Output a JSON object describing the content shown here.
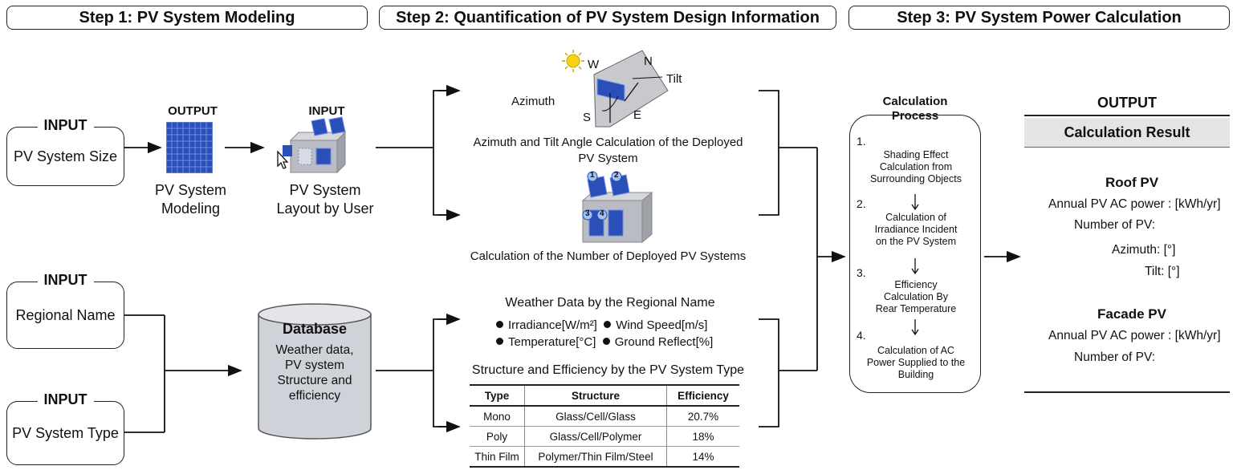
{
  "steps": [
    "Step 1: PV System Modeling",
    "Step 2: Quantification of PV System Design Information",
    "Step 3: PV System Power Calculation"
  ],
  "step1": {
    "input_tag": "INPUT",
    "output_tag": "OUTPUT",
    "pv_system_size": "PV System Size",
    "regional_name": "Regional Name",
    "pv_system_type": "PV System Type",
    "modeling_line1": "PV System",
    "modeling_line2": "Modeling",
    "layout_line1": "PV System",
    "layout_line2": "Layout by User"
  },
  "database": {
    "title": "Database",
    "line1": "Weather data,",
    "line2": "PV system",
    "line3": "Structure and",
    "line4": "efficiency"
  },
  "step2": {
    "compass": {
      "w": "W",
      "n": "N",
      "s": "S",
      "e": "E",
      "tilt": "Tilt",
      "azimuth": "Azimuth"
    },
    "azimuth_caption_l1": "Azimuth and Tilt Angle Calculation of the Deployed",
    "azimuth_caption_l2": "PV System",
    "panel_numbers": [
      "1",
      "2",
      "3",
      "4"
    ],
    "count_caption": "Calculation of the Number of Deployed PV Systems",
    "weather_title": "Weather Data by the Regional Name",
    "weather_items": [
      "Irradiance[W/m²]",
      "Wind Speed[m/s]",
      "Temperature[°C]",
      "Ground Reflect[%]"
    ],
    "structure_title": "Structure and Efficiency by the PV System Type",
    "table": {
      "headers": [
        "Type",
        "Structure",
        "Efficiency"
      ],
      "rows": [
        [
          "Mono",
          "Glass/Cell/Glass",
          "20.7%"
        ],
        [
          "Poly",
          "Glass/Cell/Polymer",
          "18%"
        ],
        [
          "Thin Film",
          "Polymer/Thin Film/Steel",
          "14%"
        ]
      ]
    }
  },
  "process": {
    "title_l1": "Calculation",
    "title_l2": "Process",
    "items": [
      {
        "num": "1.",
        "l1": "Shading Effect",
        "l2": "Calculation from",
        "l3": "Surrounding Objects",
        "l4": ""
      },
      {
        "num": "2.",
        "l1": "Calculation of",
        "l2": "Irradiance Incident",
        "l3": "on the PV System",
        "l4": ""
      },
      {
        "num": "3.",
        "l1": "Efficiency",
        "l2": "Calculation By",
        "l3": "Rear Temperature",
        "l4": ""
      },
      {
        "num": "4.",
        "l1": "Calculation of AC",
        "l2": "Power Supplied to the",
        "l3": "Building",
        "l4": ""
      }
    ]
  },
  "output": {
    "title": "OUTPUT",
    "result_header": "Calculation Result",
    "roof_title": "Roof PV",
    "roof_power": "Annual PV AC power : [kWh/yr]",
    "roof_number": "Number of PV:",
    "roof_azimuth": "Azimuth: [°]",
    "roof_tilt": "Tilt: [°]",
    "facade_title": "Facade PV",
    "facade_power": "Annual PV AC power : [kWh/yr]",
    "facade_number": "Number of PV:"
  },
  "colors": {
    "panel_blue": "#2b4fb8",
    "panel_light": "#5b7fe0",
    "building_gray": "#b9bcc4",
    "db_gray": "#cfd2d8",
    "result_bg": "#e4e4e4",
    "sun": "#f5d21a"
  }
}
